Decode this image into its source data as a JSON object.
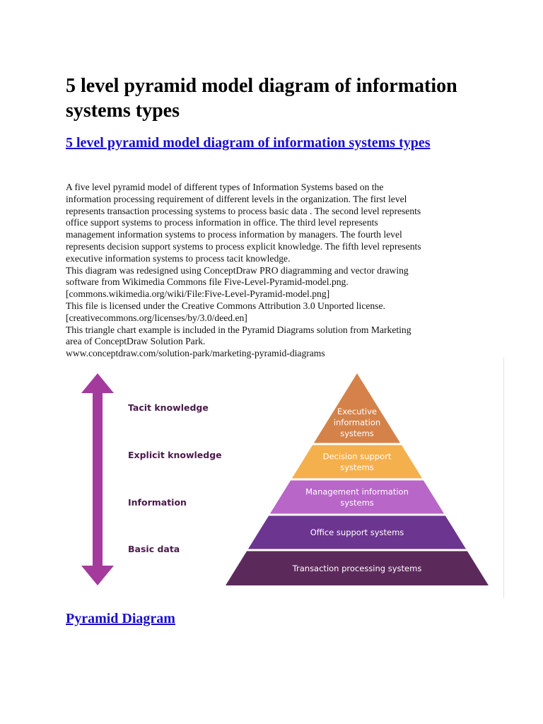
{
  "page_title": "5 level pyramid model diagram of information systems types",
  "article_link": "5 level pyramid model diagram of information systems types",
  "description_lines": [
    "A five level pyramid model of different types of Information Systems based on the",
    "information processing requirement of different levels in the organization. The first level",
    "represents transaction processing systems to process basic data . The second level represents",
    "office support systems to process information in office. The third level represents",
    "management information systems to process information by managers. The fourth level",
    "represents decision support systems to process explicit knowledge. The fifth level represents",
    "executive information systems to process tacit knowledge.",
    "This diagram was redesigned using ConceptDraw PRO diagramming and vector drawing",
    "software from Wikimedia Commons file Five-Level-Pyramid-model.png.",
    "[commons.wikimedia.org/wiki/File:Five-Level-Pyramid-model.png]",
    "This file is licensed under the Creative Commons Attribution 3.0 Unported license.",
    "[creativecommons.org/licenses/by/3.0/deed.en]",
    "This triangle chart example is included in the Pyramid Diagrams solution from Marketing",
    "area of ConceptDraw Solution Park.",
    "www.conceptdraw.com/solution-park/marketing-pyramid-diagrams"
  ],
  "diagram": {
    "knowledge_labels": [
      "Tacit knowledge",
      "Explicit knowledge",
      "Information",
      "Basic data"
    ],
    "levels": [
      {
        "lines": [
          "Executive",
          "information",
          "systems"
        ],
        "color": "#d4824a"
      },
      {
        "lines": [
          "Decision support",
          "systems"
        ],
        "color": "#f4b04d"
      },
      {
        "lines": [
          "Management information",
          "systems"
        ],
        "color": "#b866c8"
      },
      {
        "lines": [
          "Office support systems"
        ],
        "color": "#6c3590"
      },
      {
        "lines": [
          "Transaction processing systems"
        ],
        "color": "#5b2a5b"
      }
    ],
    "arrow_color": "#a33a9c",
    "label_color": "#4a1a4a"
  },
  "footer_link": "Pyramid Diagram"
}
